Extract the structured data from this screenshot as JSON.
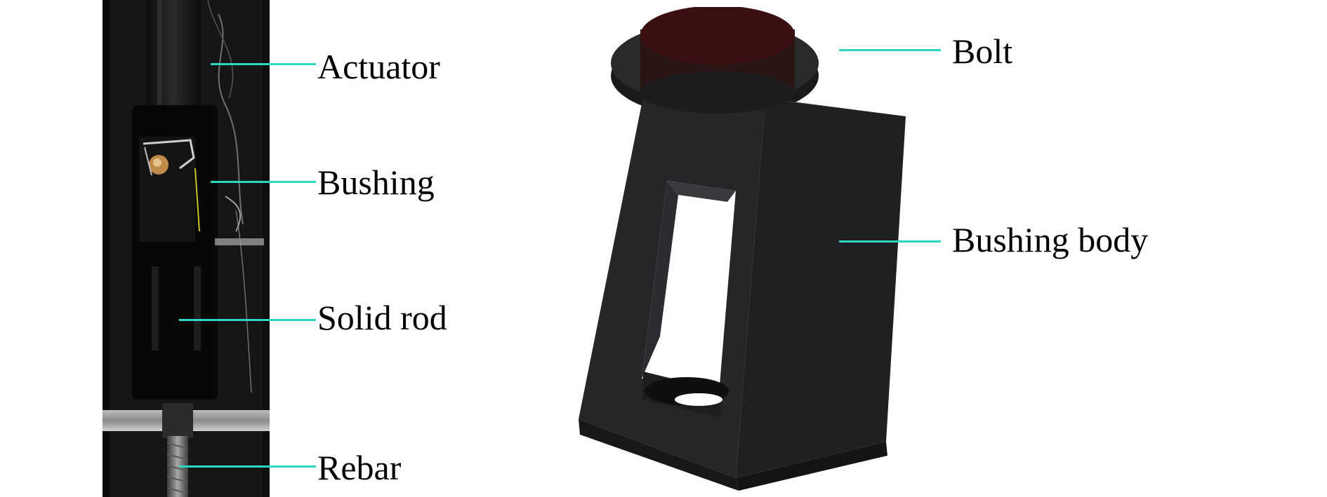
{
  "colors": {
    "leader": "#2ed7c2",
    "label_text": "#000000",
    "bushing_body": "#262628",
    "bolt": "#3b1010"
  },
  "photo": {
    "labels": {
      "actuator": "Actuator",
      "bushing": "Bushing",
      "solid_rod": "Solid rod",
      "rebar": "Rebar"
    }
  },
  "render": {
    "labels": {
      "bolt": "Bolt",
      "bushing_body": "Bushing body"
    }
  }
}
